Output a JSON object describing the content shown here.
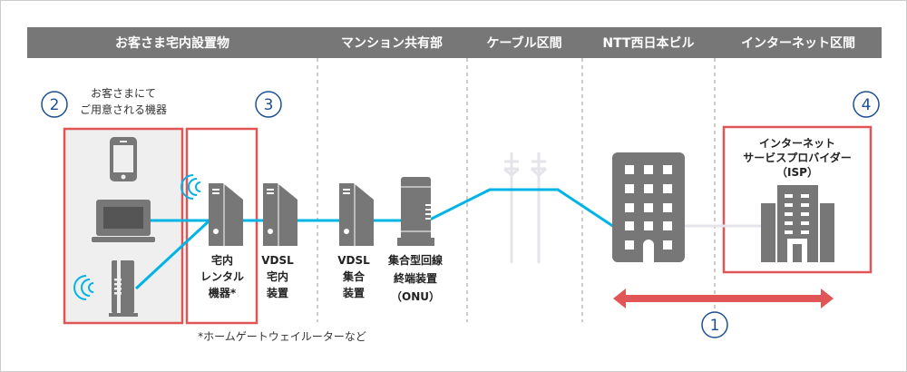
{
  "header": {
    "sections": [
      "お客さま宅内設置物",
      "マンション共有部",
      "ケーブル区間",
      "NTT西日本ビル",
      "インターネット区間"
    ]
  },
  "markers": {
    "m1": "1",
    "m2": "2",
    "m3": "3",
    "m4": "4"
  },
  "customer_devices": {
    "caption_line1": "お客さまにて",
    "caption_line2": "ご用意される機器"
  },
  "labels": {
    "rental": [
      "宅内",
      "レンタル",
      "機器*"
    ],
    "vdsl_home": [
      "VDSL",
      "宅内",
      "装置"
    ],
    "vdsl_shared": [
      "VDSL",
      "集合",
      "装置"
    ],
    "onu": [
      "集合型回線",
      "終端装置",
      "（ONU）"
    ],
    "isp": [
      "インターネット",
      "サービスプロバイダー",
      "（ISP）"
    ]
  },
  "footnote": "*ホームゲートウェイルーターなど",
  "colors": {
    "header": "#777777",
    "line": "#00b4e6",
    "highlight": "#e05555",
    "marker": "#1d4f91",
    "icon": "#777777"
  }
}
